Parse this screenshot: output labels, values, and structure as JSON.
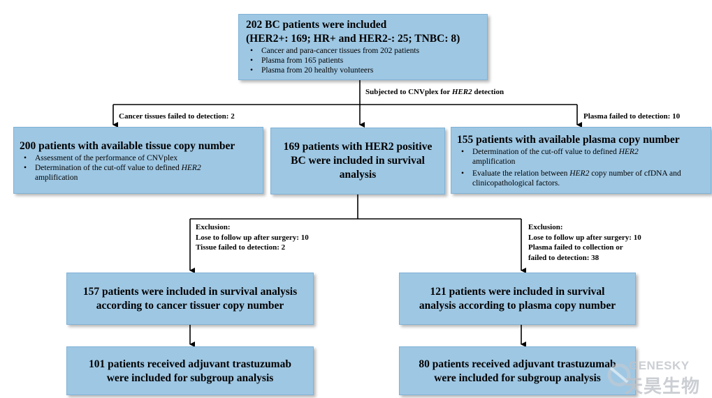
{
  "top": {
    "title": "202 BC patients were included",
    "subtitle": "(HER2+: 169; HR+ and HER2-: 25; TNBC: 8)",
    "bullets": [
      "Cancer and para-cancer tissues from 202 patients",
      "Plasma from 165 patients",
      "Plasma from 20 healthy volunteers"
    ]
  },
  "edge_top": {
    "text": "Subjected to CNVplex for ",
    "italic": "HER2",
    "suffix": " detection"
  },
  "edge_left": "Cancer tissues failed to detection: 2",
  "edge_right": "Plasma failed to detection: 10",
  "tissue_box": {
    "title": "200 patients with available tissue copy number",
    "b1": "Assessment of the performance of CNVplex",
    "b2_prefix": "Determination of the cut-off value to defined ",
    "b2_italic": "HER2",
    "b2_suffix": "amplification"
  },
  "her2_box": {
    "line1": "169 patients with HER2 positive",
    "line2": "BC were included in survival",
    "line3": "analysis"
  },
  "plasma_box": {
    "title": "155 patients with available plasma copy number",
    "b1_prefix": "Determination of the cut-off value to defined ",
    "b1_italic": "HER2",
    "b1_suffix": "amplification",
    "b2_prefix": "Evaluate the relation between ",
    "b2_italic": "HER2",
    "b2_suffix": " copy number of cfDNA and clinicopathological factors."
  },
  "excl_left": [
    "Exclusion:",
    "Lose to follow up after surgery: 10",
    "Tissue failed to detection: 2"
  ],
  "excl_right": [
    "Exclusion:",
    "Lose to follow up after surgery: 10",
    "Plasma failed to collection or",
    "failed to detection: 38"
  ],
  "surv_left": {
    "line1": "157 patients were included in survival analysis",
    "line2": "according to cancer tissuer copy number"
  },
  "surv_right": {
    "line1": "121 patients were included in survival",
    "line2": "analysis according to plasma copy number"
  },
  "sub_left": {
    "line1": "101 patients received adjuvant trastuzumab",
    "line2": "were included for subgroup analysis"
  },
  "sub_right": {
    "line1": "80 patients received adjuvant trastuzumab",
    "line2": "were included for subgroup analysis"
  },
  "watermark": {
    "en": "GENESKY",
    "cn": "天昊生物"
  },
  "colors": {
    "box": "#9ec7e3",
    "line": "#000000"
  }
}
